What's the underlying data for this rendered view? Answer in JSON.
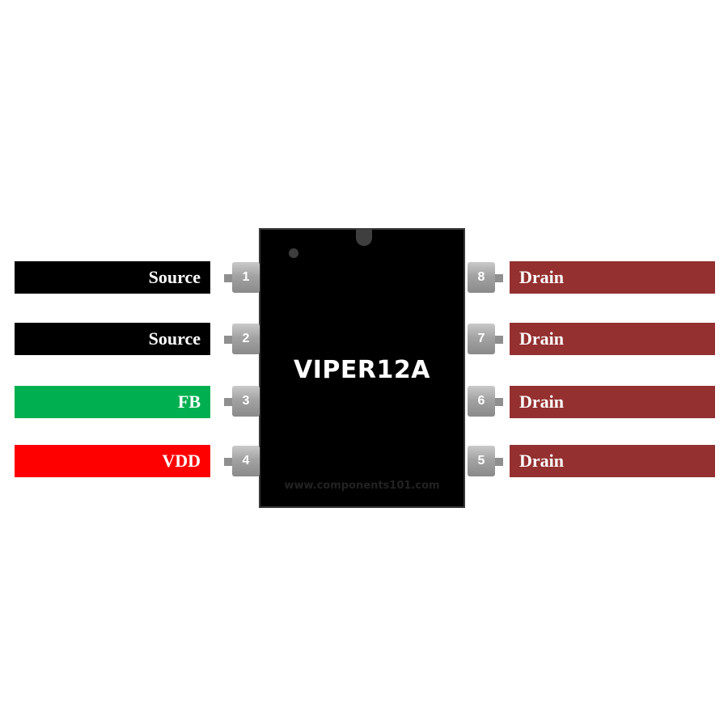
{
  "chip": {
    "name": "VIPER12A",
    "watermark": "www.components101.com"
  },
  "pins_left": [
    {
      "number": "1",
      "label": "Source",
      "color": "#000000"
    },
    {
      "number": "2",
      "label": "Source",
      "color": "#000000"
    },
    {
      "number": "3",
      "label": "FB",
      "color": "#00b050"
    },
    {
      "number": "4",
      "label": "VDD",
      "color": "#ff0000"
    }
  ],
  "pins_right": [
    {
      "number": "8",
      "label": "Drain",
      "color": "#943030"
    },
    {
      "number": "7",
      "label": "Drain",
      "color": "#943030"
    },
    {
      "number": "6",
      "label": "Drain",
      "color": "#943030"
    },
    {
      "number": "5",
      "label": "Drain",
      "color": "#943030"
    }
  ]
}
